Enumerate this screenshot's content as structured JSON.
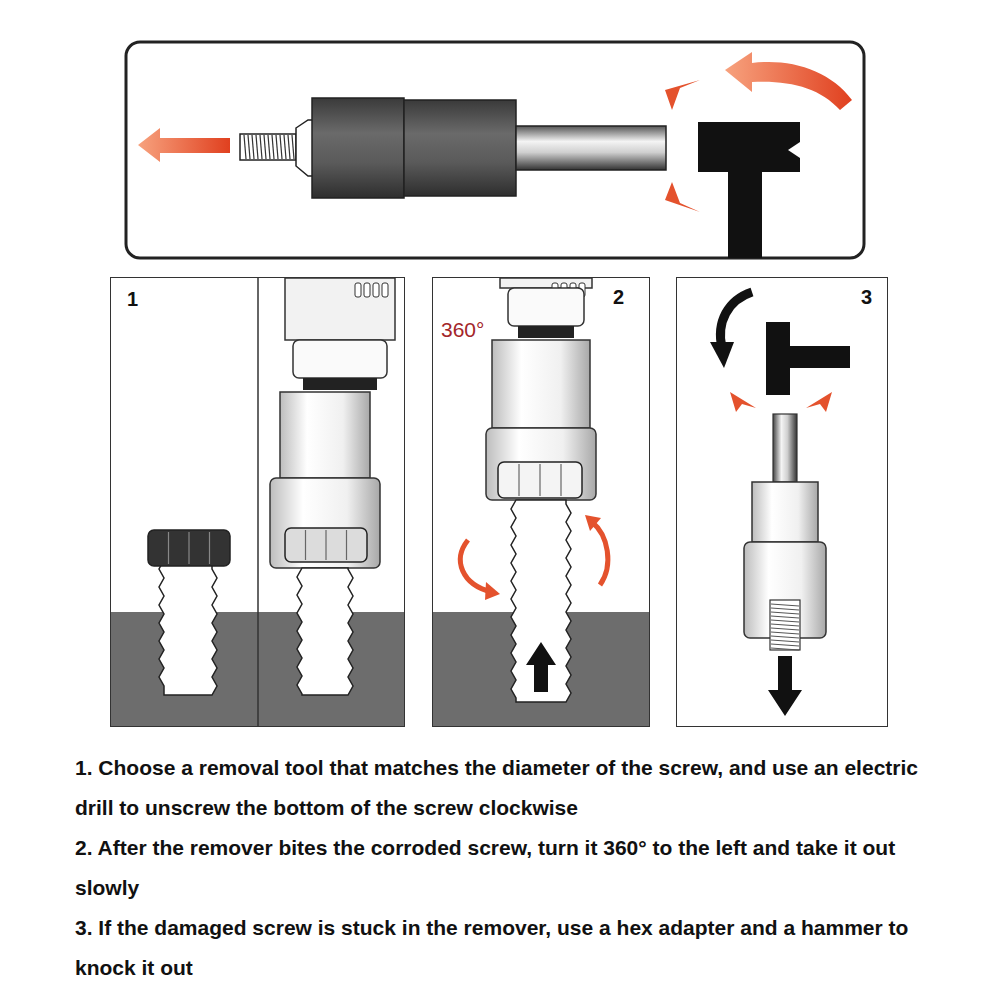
{
  "diagram": {
    "nodes": [
      {
        "text": [
          "1"
        ]
      },
      {
        "text": [
          "2",
          "360°"
        ]
      },
      {
        "text": [
          "3"
        ]
      }
    ],
    "labels": [
      "1. Choose a removal tool that matches the diameter of the screw, and use an electric drill to unscrew the bottom of the screw clockwise",
      "2. After the remover bites the corroded screw, turn it 360° to the left and take it out slowly",
      "3. If the damaged screw is stuck in the remover, use a hex adapter and a hammer to knock it out"
    ]
  }
}
